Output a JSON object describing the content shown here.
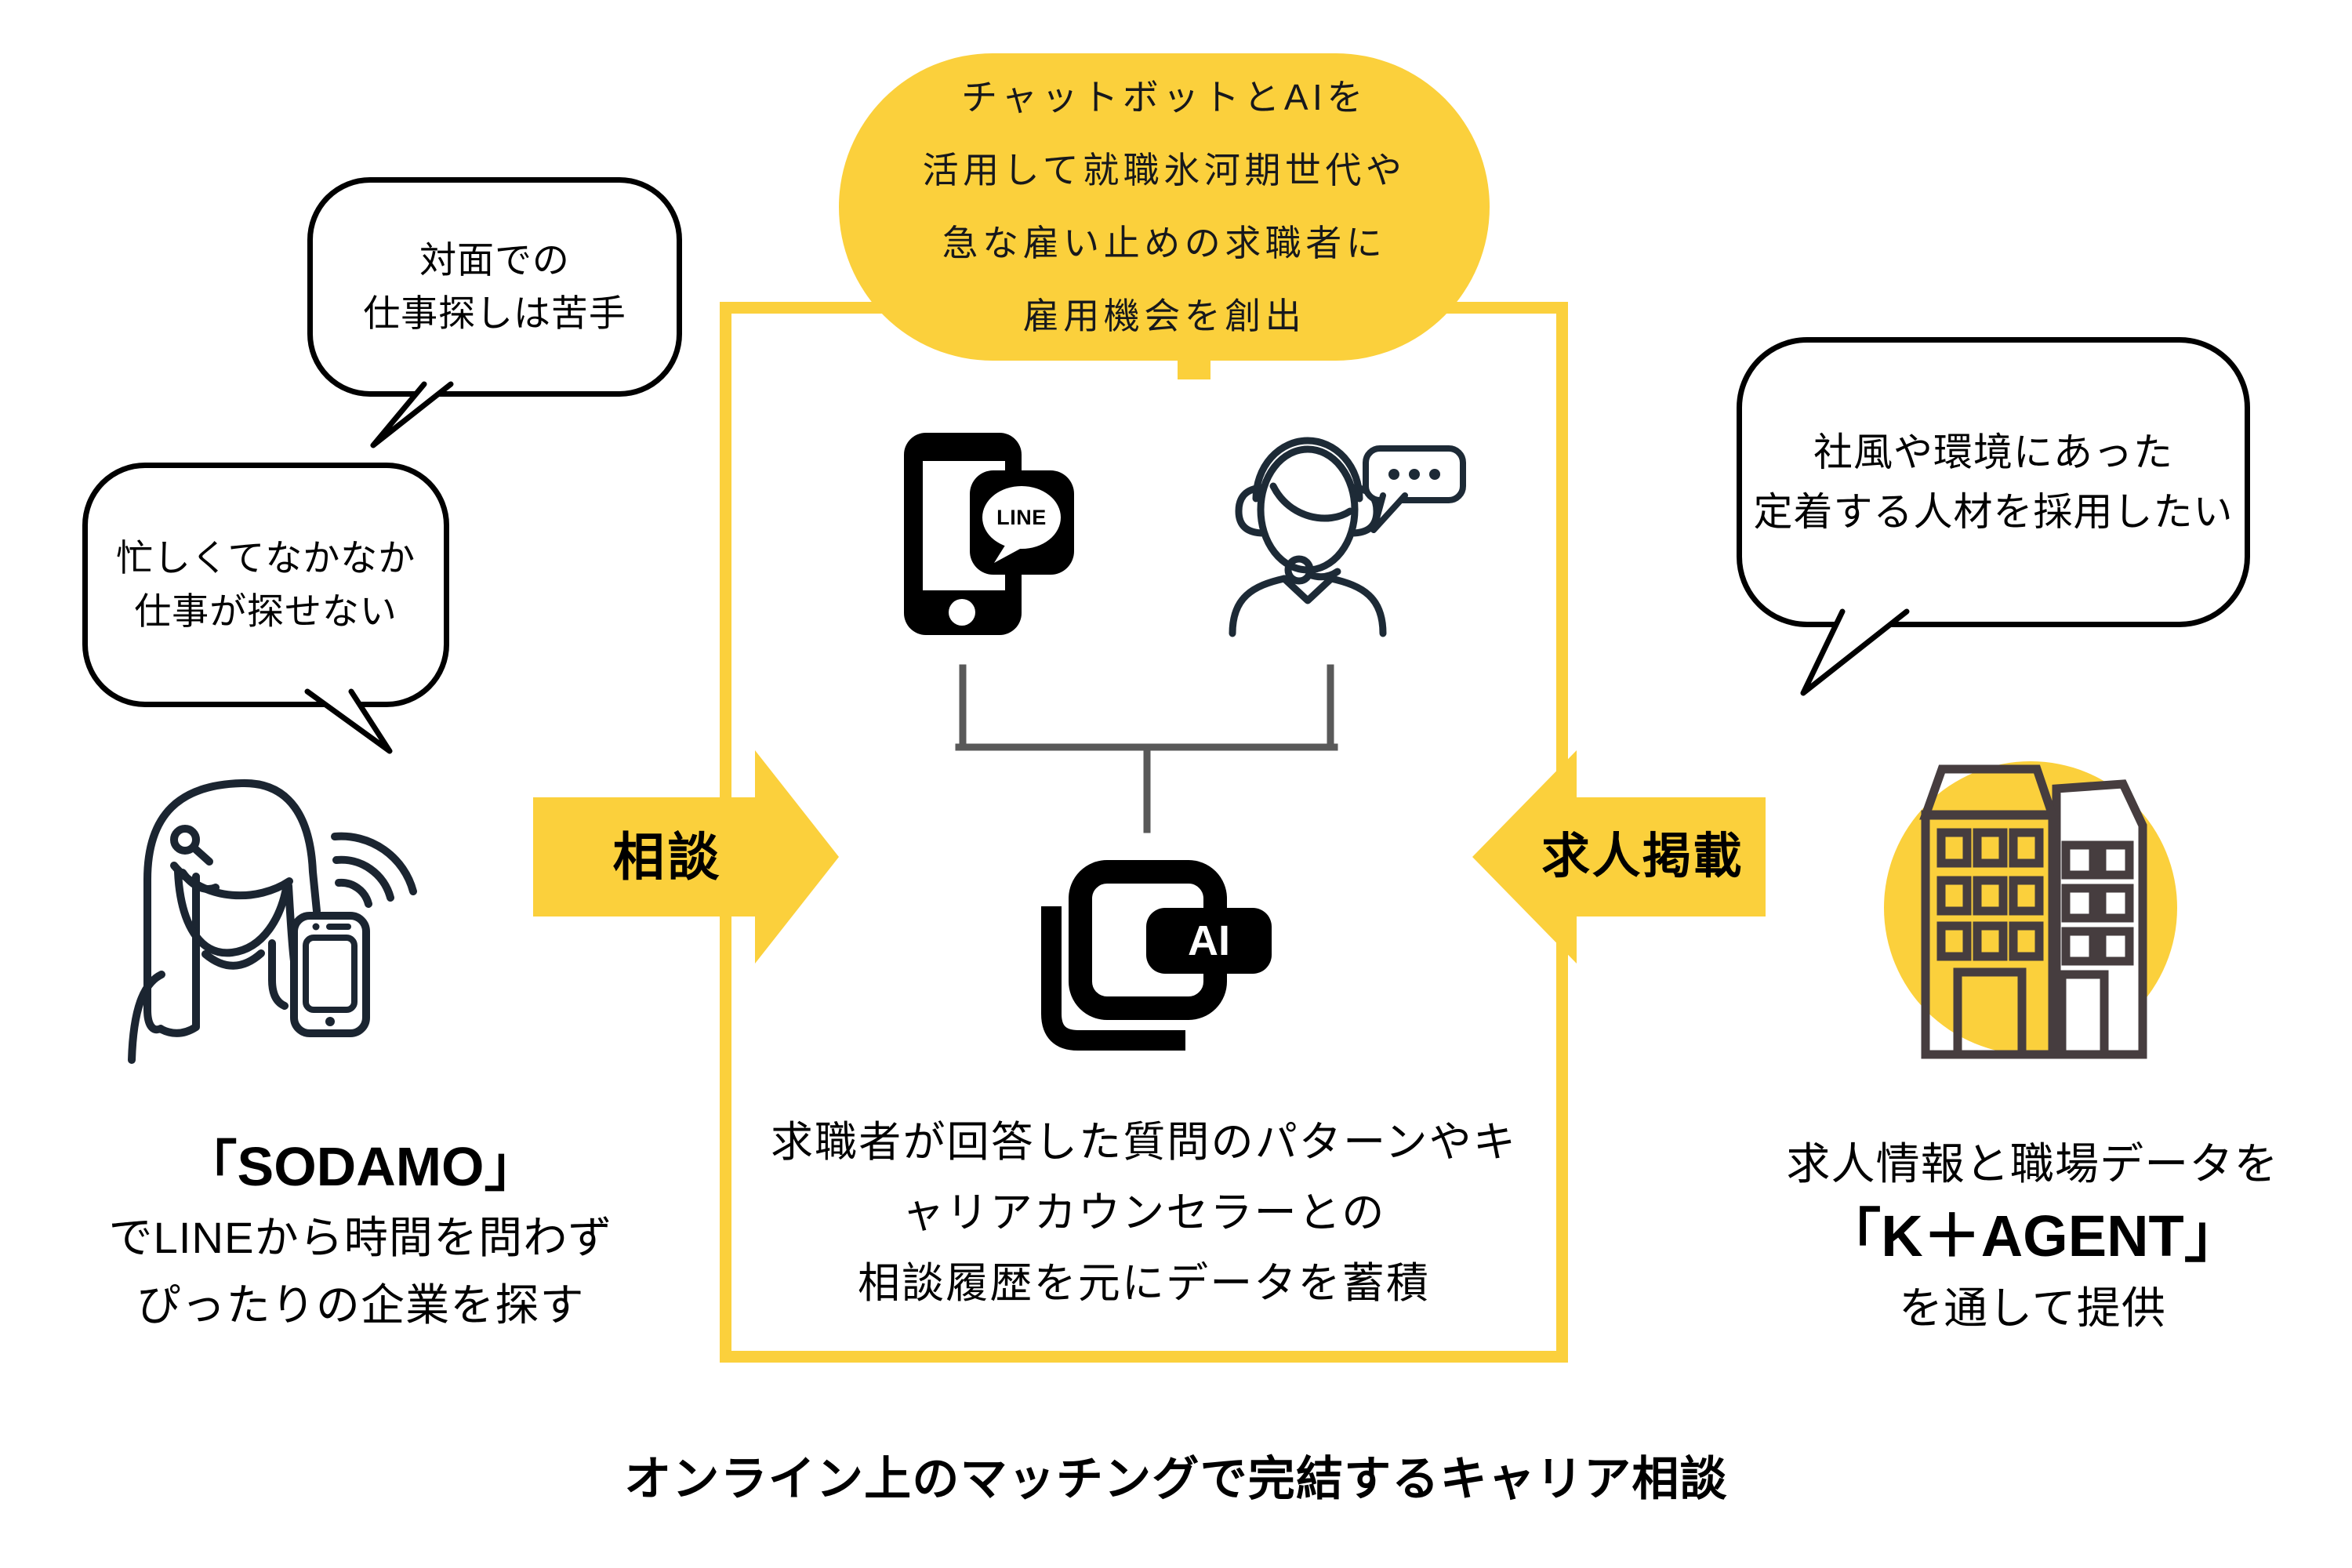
{
  "colors": {
    "accent_yellow": "#FBD03C",
    "outline_black": "#000000",
    "person_line": "#1B2531",
    "connector_gray": "#595959",
    "building_line": "#463D3F"
  },
  "solution_bubble": {
    "lines": [
      "チャットボットとAIを",
      "活用して就職氷河期世代や",
      "急な雇い止めの求職者に",
      "雇用機会を創出"
    ]
  },
  "jobseeker_bubbles": [
    {
      "lines": [
        "対面での",
        "仕事探しは苦手"
      ]
    },
    {
      "lines": [
        "忙しくてなかなか",
        "仕事が探せない"
      ]
    }
  ],
  "employer_bubble": {
    "lines": [
      "社風や環境にあった",
      "定着する人材を採用したい"
    ]
  },
  "consult_arrow": {
    "label": "相談"
  },
  "job_posting_arrow": {
    "label": "求人掲載"
  },
  "line_app_icon": {
    "label": "LINE"
  },
  "ai_icon": {
    "label": "AI"
  },
  "jobseeker_caption": {
    "service_name": "「SODAMO」",
    "line2": "でLINEから時間を問わず",
    "line3": "ぴったりの企業を探す"
  },
  "platform_caption": {
    "lines": [
      "求職者が回答した質問のパターンやキ",
      "ャリアカウンセラーとの",
      "相談履歴を元にデータを蓄積"
    ]
  },
  "employer_caption": {
    "line1": "求人情報と職場データを",
    "service_name": "「K＋AGENT」",
    "line3": "を通して提供"
  },
  "footer_title": "オンライン上のマッチングで完結するキャリア相談"
}
